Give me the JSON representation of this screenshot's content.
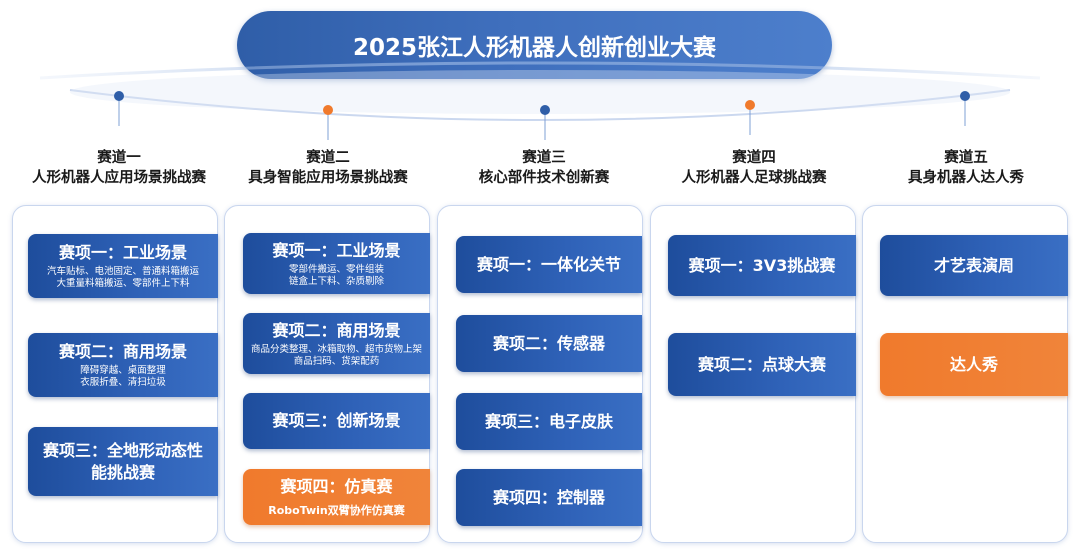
{
  "title": "2025张江人形机器人创新创业大赛",
  "tracks": [
    {
      "head1": "赛道一",
      "head2": "人形机器人应用场景挑战赛",
      "items": [
        {
          "title": "赛项一：工业场景",
          "sub1": "汽车贴标、电池固定、普通料箱搬运",
          "sub2": "大重量料箱搬运、零部件上下料"
        },
        {
          "title": "赛项二：商用场景",
          "sub1": "障碍穿越、桌面整理",
          "sub2": "衣服折叠、清扫垃圾"
        },
        {
          "title1": "赛项三：全地形动态性",
          "title2": "能挑战赛"
        }
      ]
    },
    {
      "head1": "赛道二",
      "head2": "具身智能应用场景挑战赛",
      "items": [
        {
          "title": "赛项一：工业场景",
          "sub1": "零部件搬运、零件组装",
          "sub2": "链盒上下料、杂质剔除"
        },
        {
          "title": "赛项二：商用场景",
          "sub1": "商品分类整理、冰箱取物、超市货物上架",
          "sub2": "商品扫码、货架配药"
        },
        {
          "title": "赛项三：创新场景"
        },
        {
          "title": "赛项四：仿真赛",
          "sub1": "RoboTwin双臂协作仿真赛"
        }
      ]
    },
    {
      "head1": "赛道三",
      "head2": "核心部件技术创新赛",
      "items": [
        {
          "title": "赛项一：一体化关节"
        },
        {
          "title": "赛项二：传感器"
        },
        {
          "title": "赛项三：电子皮肤"
        },
        {
          "title": "赛项四：控制器"
        }
      ]
    },
    {
      "head1": "赛道四",
      "head2": "人形机器人足球挑战赛",
      "items": [
        {
          "title": "赛项一：3V3挑战赛"
        },
        {
          "title": "赛项二：点球大赛"
        }
      ]
    },
    {
      "head1": "赛道五",
      "head2": "具身机器人达人秀",
      "items": [
        {
          "title": "才艺表演周"
        },
        {
          "title": "达人秀"
        }
      ]
    }
  ],
  "colors": {
    "blue": "#2f62b8",
    "orange": "#f07a2c",
    "dot_blue": "#2f5ea8",
    "dot_orange": "#f07a2c"
  }
}
